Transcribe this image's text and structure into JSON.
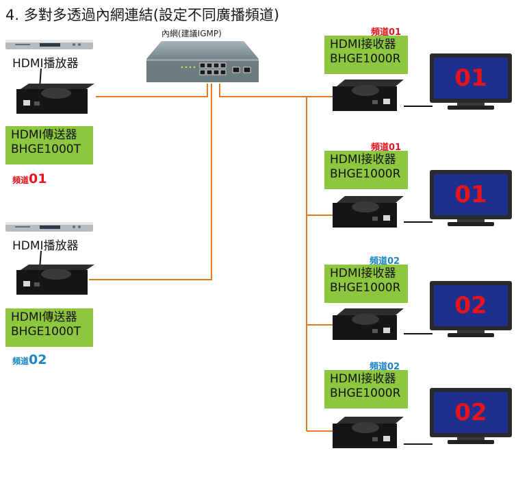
{
  "title": "4. 多對多透過內網連結(設定不同廣播頻道)",
  "switch": {
    "label": "內網(建議IGMP)"
  },
  "transmitters": [
    {
      "player_label": "HDMI播放器",
      "device_name": "HDMI傳送器",
      "model": "BHGE1000T",
      "channel_prefix": "頻道",
      "channel_number": "01",
      "channel_color": "#e8141c"
    },
    {
      "player_label": "HDMI播放器",
      "device_name": "HDMI傳送器",
      "model": "BHGE1000T",
      "channel_prefix": "頻道",
      "channel_number": "02",
      "channel_color": "#1c84c6"
    }
  ],
  "receivers": [
    {
      "channel": "頻道01",
      "channel_color": "#e8141c",
      "device_name": "HDMI接收器",
      "model": "BHGE1000R",
      "tv_number": "01"
    },
    {
      "channel": "頻道01",
      "channel_color": "#e8141c",
      "device_name": "HDMI接收器",
      "model": "BHGE1000R",
      "tv_number": "01"
    },
    {
      "channel": "頻道02",
      "channel_color": "#1c84c6",
      "device_name": "HDMI接收器",
      "model": "BHGE1000R",
      "tv_number": "02"
    },
    {
      "channel": "頻道02",
      "channel_color": "#1c84c6",
      "device_name": "HDMI接收器",
      "model": "BHGE1000R",
      "tv_number": "02"
    }
  ],
  "colors": {
    "network_line": "#e07a1a",
    "label_bg": "#8dc63f",
    "tv_screen": "#1d2f8f"
  },
  "icons": [
    "dvd-player-icon",
    "extender-box-icon",
    "network-switch-icon",
    "tv-monitor-icon"
  ]
}
